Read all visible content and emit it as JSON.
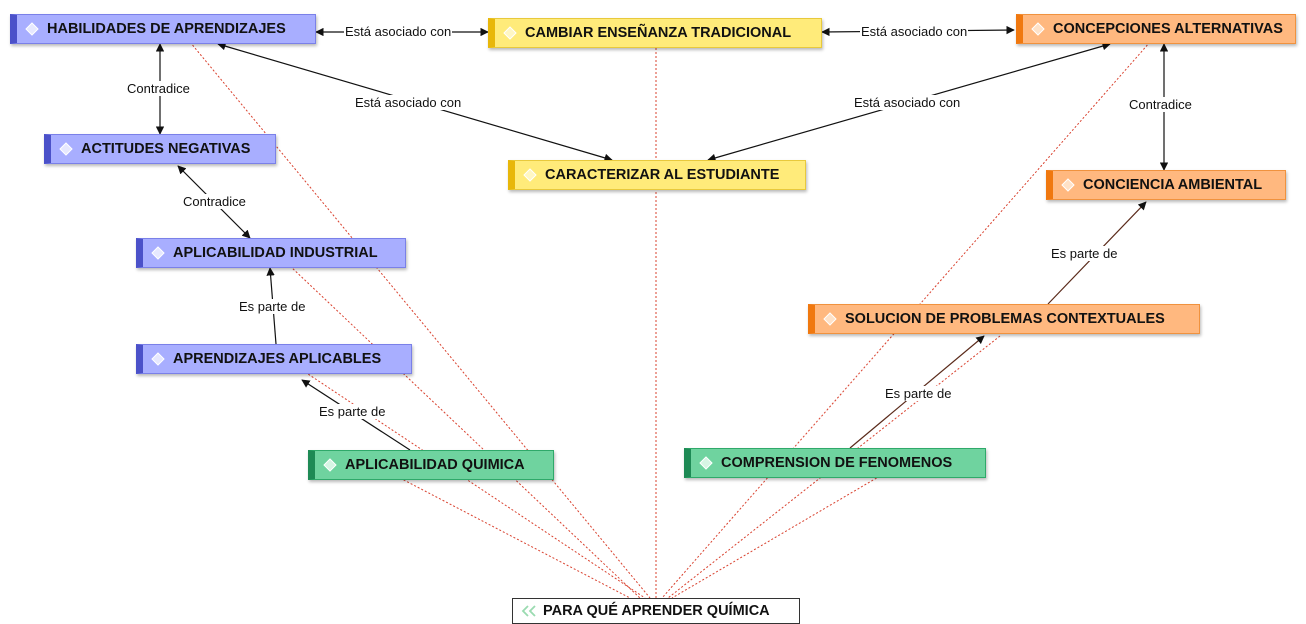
{
  "nodes": {
    "habilidades": "HABILIDADES DE APRENDIZAJES",
    "cambiar": "CAMBIAR ENSEÑANZA TRADICIONAL",
    "concepciones": "CONCEPCIONES ALTERNATIVAS",
    "actitudes": "ACTITUDES NEGATIVAS",
    "caracterizar": "CARACTERIZAR AL ESTUDIANTE",
    "conciencia": "CONCIENCIA AMBIENTAL",
    "industrial": "APLICABILIDAD INDUSTRIAL",
    "solucion": "SOLUCION DE PROBLEMAS CONTEXTUALES",
    "aplicables": "APRENDIZAJES APLICABLES",
    "quimica": "APLICABILIDAD QUIMICA",
    "comprension": "COMPRENSION DE FENOMENOS",
    "root": "PARA QUÉ APRENDER QUÍMICA"
  },
  "links": {
    "hab_cam": "Está asociado con",
    "cam_con": "Está asociado con",
    "hab_car": "Está asociado con",
    "con_car": "Está asociado con",
    "hab_act": "Contradice",
    "act_ind": "Contradice",
    "con_cia": "Contradice",
    "apl_ind": "Es parte de",
    "qui_apl": "Es parte de",
    "sol_cia": "Es parte de",
    "com_sol": "Es parte de"
  },
  "colors": {
    "blue": "#a8aeff",
    "yellow": "#ffeb7a",
    "orange": "#ffb87f",
    "green": "#6fd39f",
    "link_line": "#111111",
    "root_link": "#d9412e"
  },
  "icons": {
    "node": "diamond-icon",
    "root": "double-chevron-icon"
  }
}
